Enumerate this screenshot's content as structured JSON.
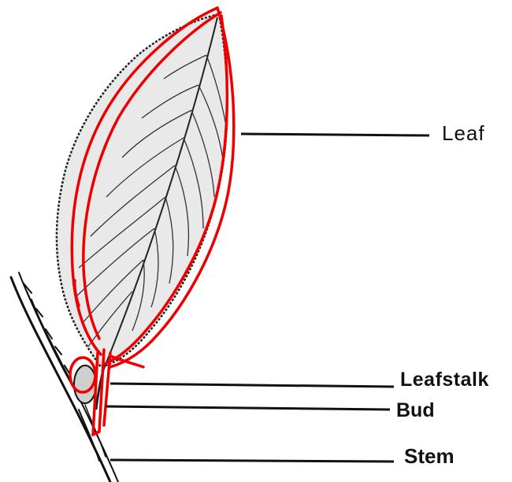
{
  "diagram": {
    "labels": {
      "leaf": "Leaf",
      "leafstalk": "Leafstalk",
      "bud": "Bud",
      "stem": "Stem"
    },
    "colors": {
      "line": "#111111",
      "leaf_fill": "#e9e9e9",
      "annotation": "#ee0000"
    }
  }
}
